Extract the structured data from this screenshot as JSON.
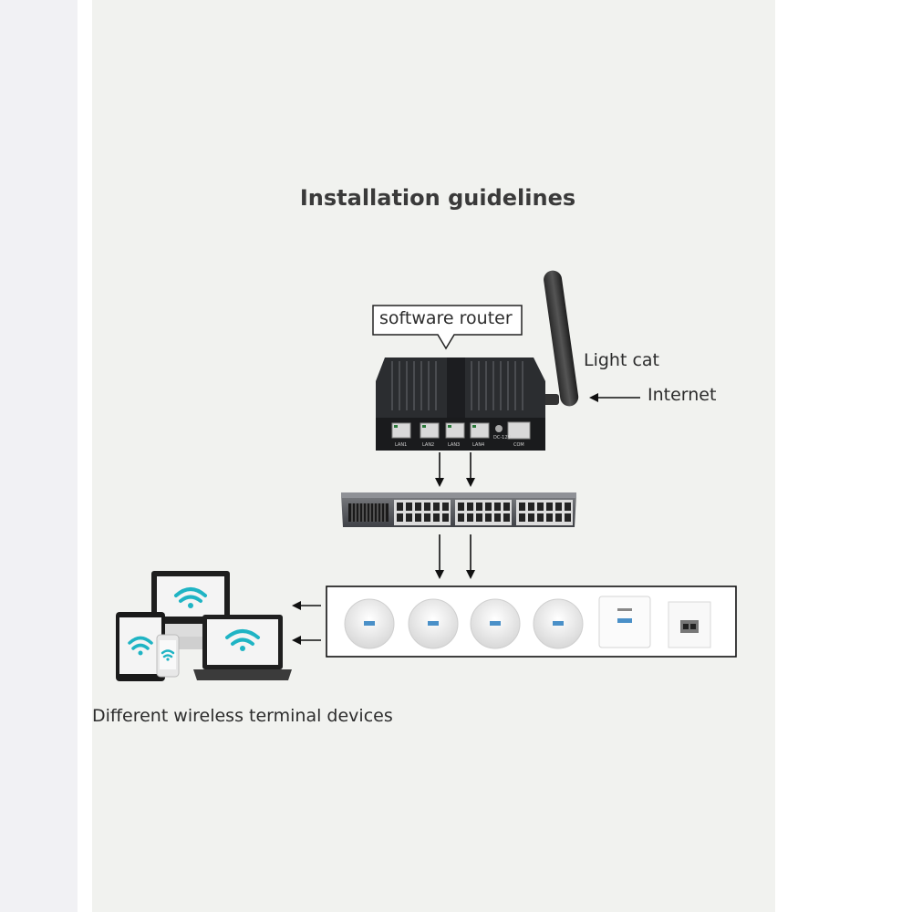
{
  "title": "Installation guidelines",
  "labels": {
    "router": "software router",
    "light_cat": "Light cat",
    "internet": "Internet",
    "devices": "Different wireless terminal devices"
  },
  "router_ports": [
    "LAN1",
    "LAN2",
    "LAN3",
    "LAN4",
    "DC-12V",
    "COM"
  ]
}
